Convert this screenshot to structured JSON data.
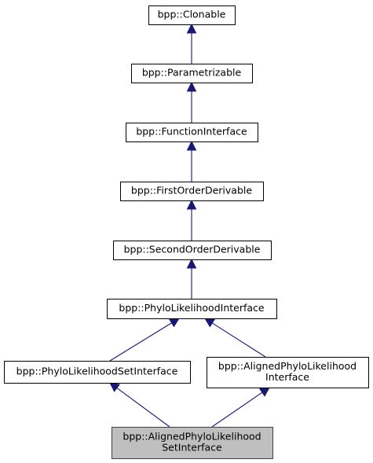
{
  "diagram": {
    "type": "inheritance-graph",
    "colors": {
      "edge": "#191970",
      "node_border": "#000000",
      "node_fill": "#ffffff",
      "current_node_fill": "#bfbfbf",
      "current_node_border": "#404040"
    },
    "nodes": [
      {
        "id": "clonable",
        "lines": [
          "bpp::Clonable"
        ]
      },
      {
        "id": "parametrizable",
        "lines": [
          "bpp::Parametrizable"
        ]
      },
      {
        "id": "function-interface",
        "lines": [
          "bpp::FunctionInterface"
        ]
      },
      {
        "id": "first-order-derivable",
        "lines": [
          "bpp::FirstOrderDerivable"
        ]
      },
      {
        "id": "second-order-derivable",
        "lines": [
          "bpp::SecondOrderDerivable"
        ]
      },
      {
        "id": "phylo-likelihood-interface",
        "lines": [
          "bpp::PhyloLikelihoodInterface"
        ]
      },
      {
        "id": "phylo-likelihood-set-interface",
        "lines": [
          "bpp::PhyloLikelihoodSetInterface"
        ]
      },
      {
        "id": "aligned-phylo-likelihood-interface",
        "lines": [
          "bpp::AlignedPhyloLikelihood",
          "Interface"
        ]
      },
      {
        "id": "aligned-phylo-likelihood-set-interface",
        "lines": [
          "bpp::AlignedPhyloLikelihood",
          "SetInterface"
        ],
        "current": true
      }
    ],
    "edges": [
      {
        "from": "parametrizable",
        "to": "clonable"
      },
      {
        "from": "function-interface",
        "to": "parametrizable"
      },
      {
        "from": "first-order-derivable",
        "to": "function-interface"
      },
      {
        "from": "second-order-derivable",
        "to": "first-order-derivable"
      },
      {
        "from": "phylo-likelihood-interface",
        "to": "second-order-derivable"
      },
      {
        "from": "phylo-likelihood-set-interface",
        "to": "phylo-likelihood-interface"
      },
      {
        "from": "aligned-phylo-likelihood-interface",
        "to": "phylo-likelihood-interface"
      },
      {
        "from": "aligned-phylo-likelihood-set-interface",
        "to": "phylo-likelihood-set-interface"
      },
      {
        "from": "aligned-phylo-likelihood-set-interface",
        "to": "aligned-phylo-likelihood-interface"
      }
    ]
  }
}
